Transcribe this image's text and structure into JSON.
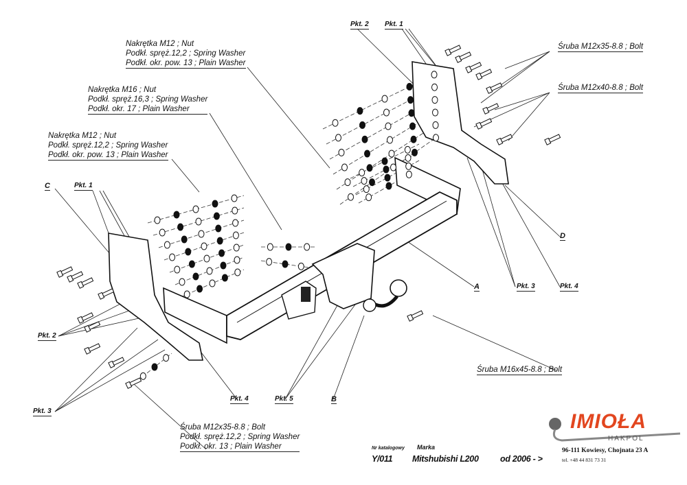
{
  "callouts": {
    "nut_m12_top": [
      "Nakrętka  M12 ; Nut",
      "Podkł. spręż.12,2 ; Spring Washer",
      "Podkł. okr. pow. 13 ; Plain Washer"
    ],
    "nut_m16": [
      "Nakrętka  M16 ; Nut",
      "Podkł. spręż.16,3 ; Spring Washer",
      "Podkł. okr. 17 ; Plain Washer"
    ],
    "nut_m12_left": [
      "Nakrętka  M12 ; Nut",
      "Podkł. spręż.12,2 ; Spring Washer",
      "Podkł. okr. pow. 13 ; Plain Washer"
    ],
    "bolt_bottom": [
      "Śruba M12x35-8.8 ;  Bolt",
      "Podkł. spręż.12,2 ; Spring Washer",
      "Podkł. okr. 13 ; Plain Washer"
    ],
    "bolt_m12x35": "Śruba M12x35-8.8 ;  Bolt",
    "bolt_m12x40": "Śruba M12x40-8.8 ;  Bolt",
    "bolt_m16x45": "Śruba M16x45-8.8 ;  Bolt"
  },
  "points": {
    "pkt2_top": "Pkt. 2",
    "pkt1_top": "Pkt. 1",
    "pkt1_left": "Pkt. 1",
    "pkt2_left": "Pkt. 2",
    "pkt3_left": "Pkt. 3",
    "pkt3_right": "Pkt. 3",
    "pkt4_right": "Pkt. 4",
    "pkt4_bottom": "Pkt. 4",
    "pkt5_bottom": "Pkt. 5"
  },
  "parts": {
    "A": "A",
    "B": "B",
    "C": "C",
    "D": "D"
  },
  "catalog": {
    "nr_label": "Nr katalogowy",
    "nr_value": "Y/011",
    "brand_label": "Marka",
    "brand_value": "Mitshubishi L200",
    "year": "od  2006 - >"
  },
  "company": {
    "logo": "IMIOŁA",
    "sub": "HAKPOL",
    "address": "96-111 Kowiesy, Chojnata 23 A",
    "tel": "tel. +48 44 831 73 31",
    "brand_color": "#e2461f"
  }
}
